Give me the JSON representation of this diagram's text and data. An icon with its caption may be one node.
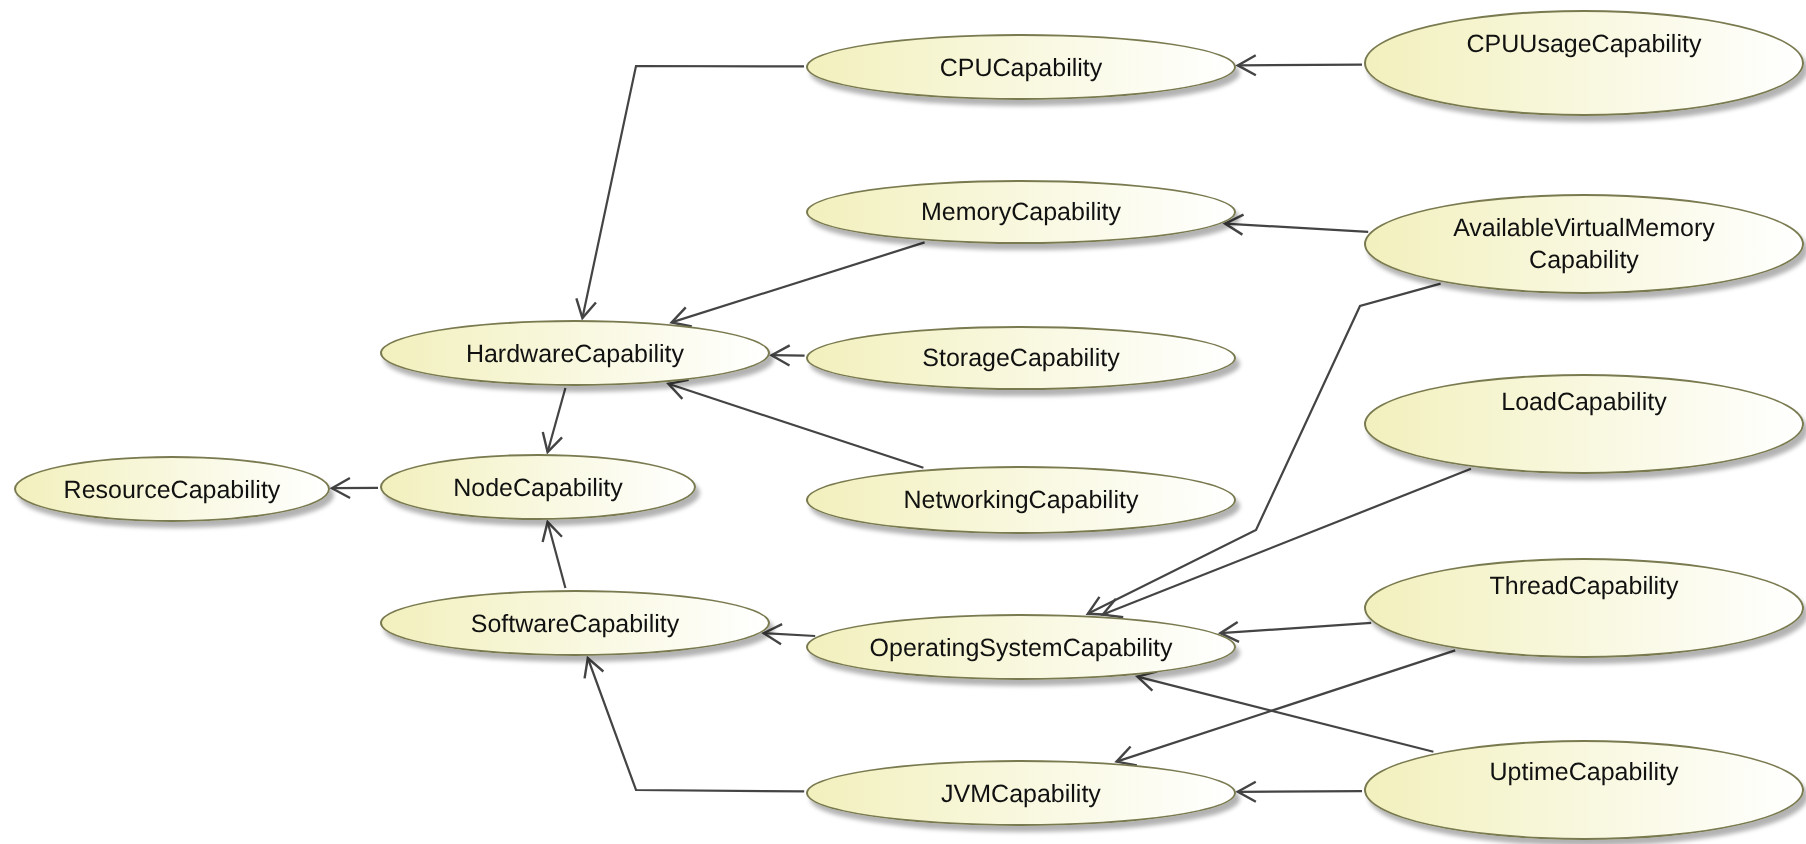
{
  "diagram": {
    "nodes": [
      {
        "text": [
          "CPUCapability"
        ]
      },
      {
        "text": [
          "CPUUsageCapability"
        ]
      },
      {
        "text": [
          "MemoryCapability"
        ]
      },
      {
        "text": [
          "AvailableVirtualMemory Capability"
        ]
      },
      {
        "text": [
          "HardwareCapability"
        ]
      },
      {
        "text": [
          "StorageCapability"
        ]
      },
      {
        "text": [
          "ResourceCapability"
        ]
      },
      {
        "text": [
          "NodeCapability"
        ]
      },
      {
        "text": [
          "NetworkingCapability"
        ]
      },
      {
        "text": [
          "LoadCapability"
        ]
      },
      {
        "text": [
          "SoftwareCapability"
        ]
      },
      {
        "text": [
          "OperatingSystemCapability"
        ]
      },
      {
        "text": [
          "ThreadCapability"
        ]
      },
      {
        "text": [
          "JVMCapability"
        ]
      },
      {
        "text": [
          "UptimeCapability"
        ]
      }
    ],
    "edges": [
      {
        "from": 1,
        "to": 0,
        "arrow": "to"
      },
      {
        "from": 0,
        "to": 4,
        "arrow": "to"
      },
      {
        "from": 2,
        "to": 4,
        "arrow": "to"
      },
      {
        "from": 5,
        "to": 4,
        "arrow": "to"
      },
      {
        "from": 8,
        "to": 4,
        "arrow": "to"
      },
      {
        "from": 4,
        "to": 7,
        "arrow": "to"
      },
      {
        "from": 7,
        "to": 6,
        "arrow": "to"
      },
      {
        "from": 10,
        "to": 7,
        "arrow": "to"
      },
      {
        "from": 3,
        "to": 2,
        "arrow": "to"
      },
      {
        "from": 3,
        "to": 11,
        "arrow": "to"
      },
      {
        "from": 9,
        "to": 11,
        "arrow": "to"
      },
      {
        "from": 12,
        "to": 11,
        "arrow": "to"
      },
      {
        "from": 14,
        "to": 11,
        "arrow": "to"
      },
      {
        "from": 12,
        "to": 13,
        "arrow": "to"
      },
      {
        "from": 14,
        "to": 13,
        "arrow": "to"
      },
      {
        "from": 11,
        "to": 10,
        "arrow": "to"
      },
      {
        "from": 13,
        "to": 10,
        "arrow": "to"
      }
    ]
  }
}
